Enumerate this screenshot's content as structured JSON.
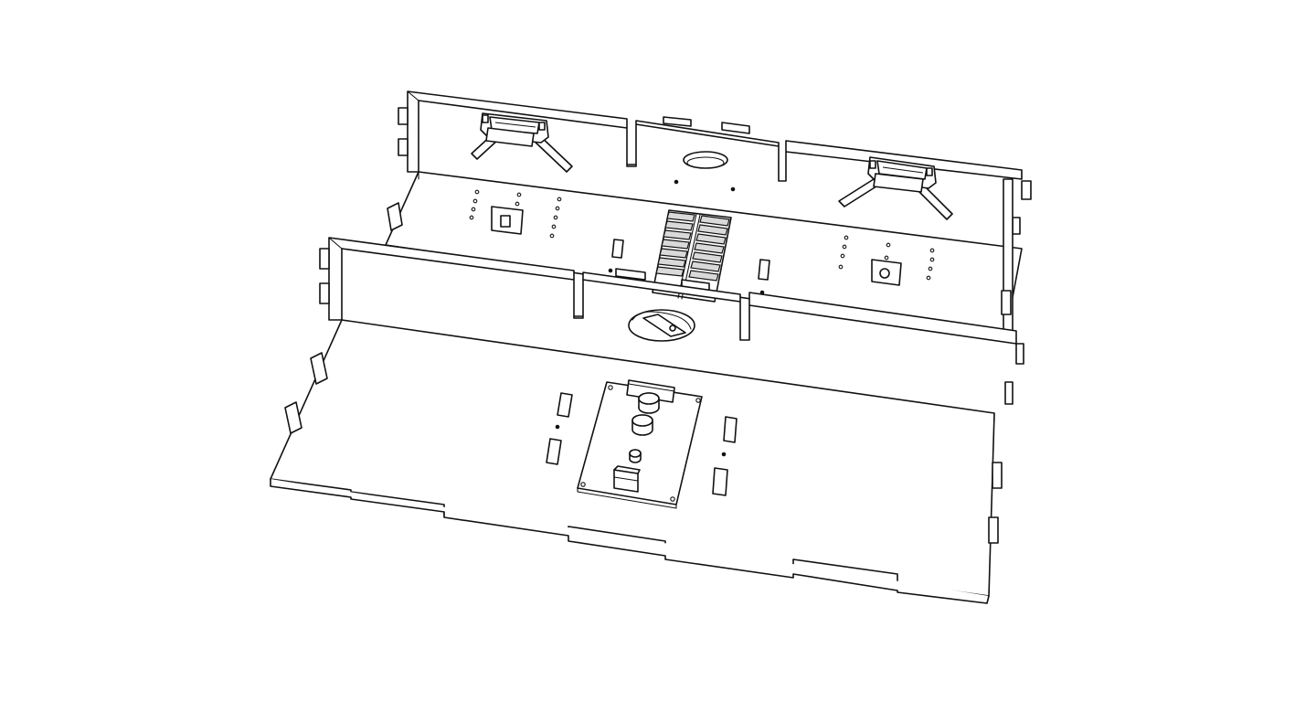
{
  "view": {
    "background": "#ffffff",
    "line_color": "#111111",
    "render_style": "isometric-line-drawing"
  },
  "assembly": {
    "parts": [
      "base-plate",
      "front-divider-wall",
      "rear-wall",
      "center-back-wall",
      "center-comb-rack",
      "center-circuit-board",
      "left-d-sub-connector",
      "right-d-sub-connector"
    ]
  }
}
